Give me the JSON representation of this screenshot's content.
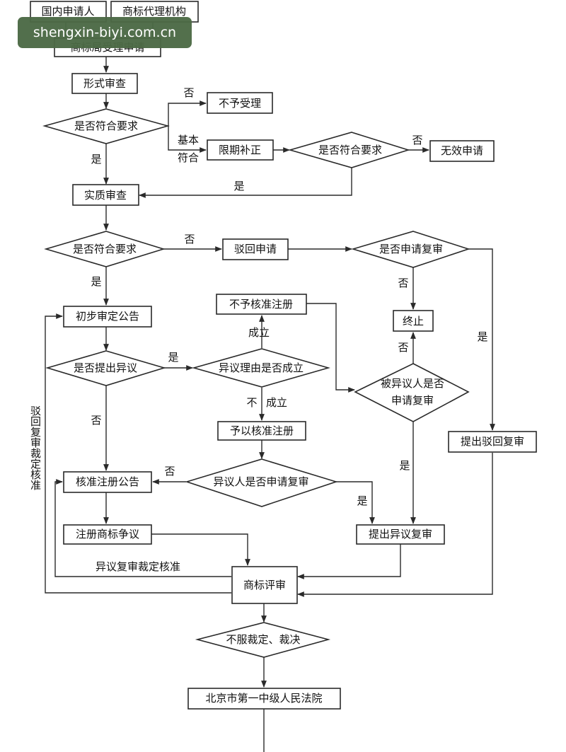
{
  "nodes": {
    "domestic_applicant": "国内申请人",
    "trademark_agency": "商标代理机构",
    "office_accepts": "商标局受理申请",
    "formal_exam": "形式审查",
    "meets_req_1": "是否符合要求",
    "not_accepted": "不予受理",
    "correction": "限期补正",
    "meets_req_2": "是否符合要求",
    "invalid_app": "无效申请",
    "substantive_exam": "实质审查",
    "meets_req_3": "是否符合要求",
    "rejected": "驳回申请",
    "apply_review_q": "是否申请复审",
    "terminate": "终止",
    "prelim_announce": "初步审定公告",
    "opposition_q": "是否提出异议",
    "opp_reason_q": "异议理由是否成立",
    "not_approved_reg": "不予核准注册",
    "respondent_review_q": "被异议人是否申请复审",
    "approve_reg": "予以核准注册",
    "registration_announce": "核准注册公告",
    "opponent_review_q": "异议人是否申请复审",
    "file_reject_review": "提出驳回复审",
    "dispute": "注册商标争议",
    "file_opp_review": "提出异议复审",
    "trab": "商标评审",
    "disagree": "不服裁定、裁决",
    "court": "北京市第一中级人民法院"
  },
  "edge_labels": {
    "no_1": "否",
    "basic_1": "基本",
    "basic_2": "符合",
    "yes_1": "是",
    "no_2": "否",
    "yes_2": "是",
    "no_3": "否",
    "yes_3": "是",
    "no_4": "否",
    "yes_4": "是",
    "yes_5": "是",
    "established": "成立",
    "not": "不",
    "established_2": "成立",
    "no_5": "否",
    "no_6": "否",
    "yes_6": "是",
    "no_7": "否",
    "yes_7": "是",
    "opp_review_ruling": "异议复审裁定核准",
    "vertical_label": "驳回复审裁定核准"
  },
  "watermark": "shengxin-biyi.com.cn"
}
